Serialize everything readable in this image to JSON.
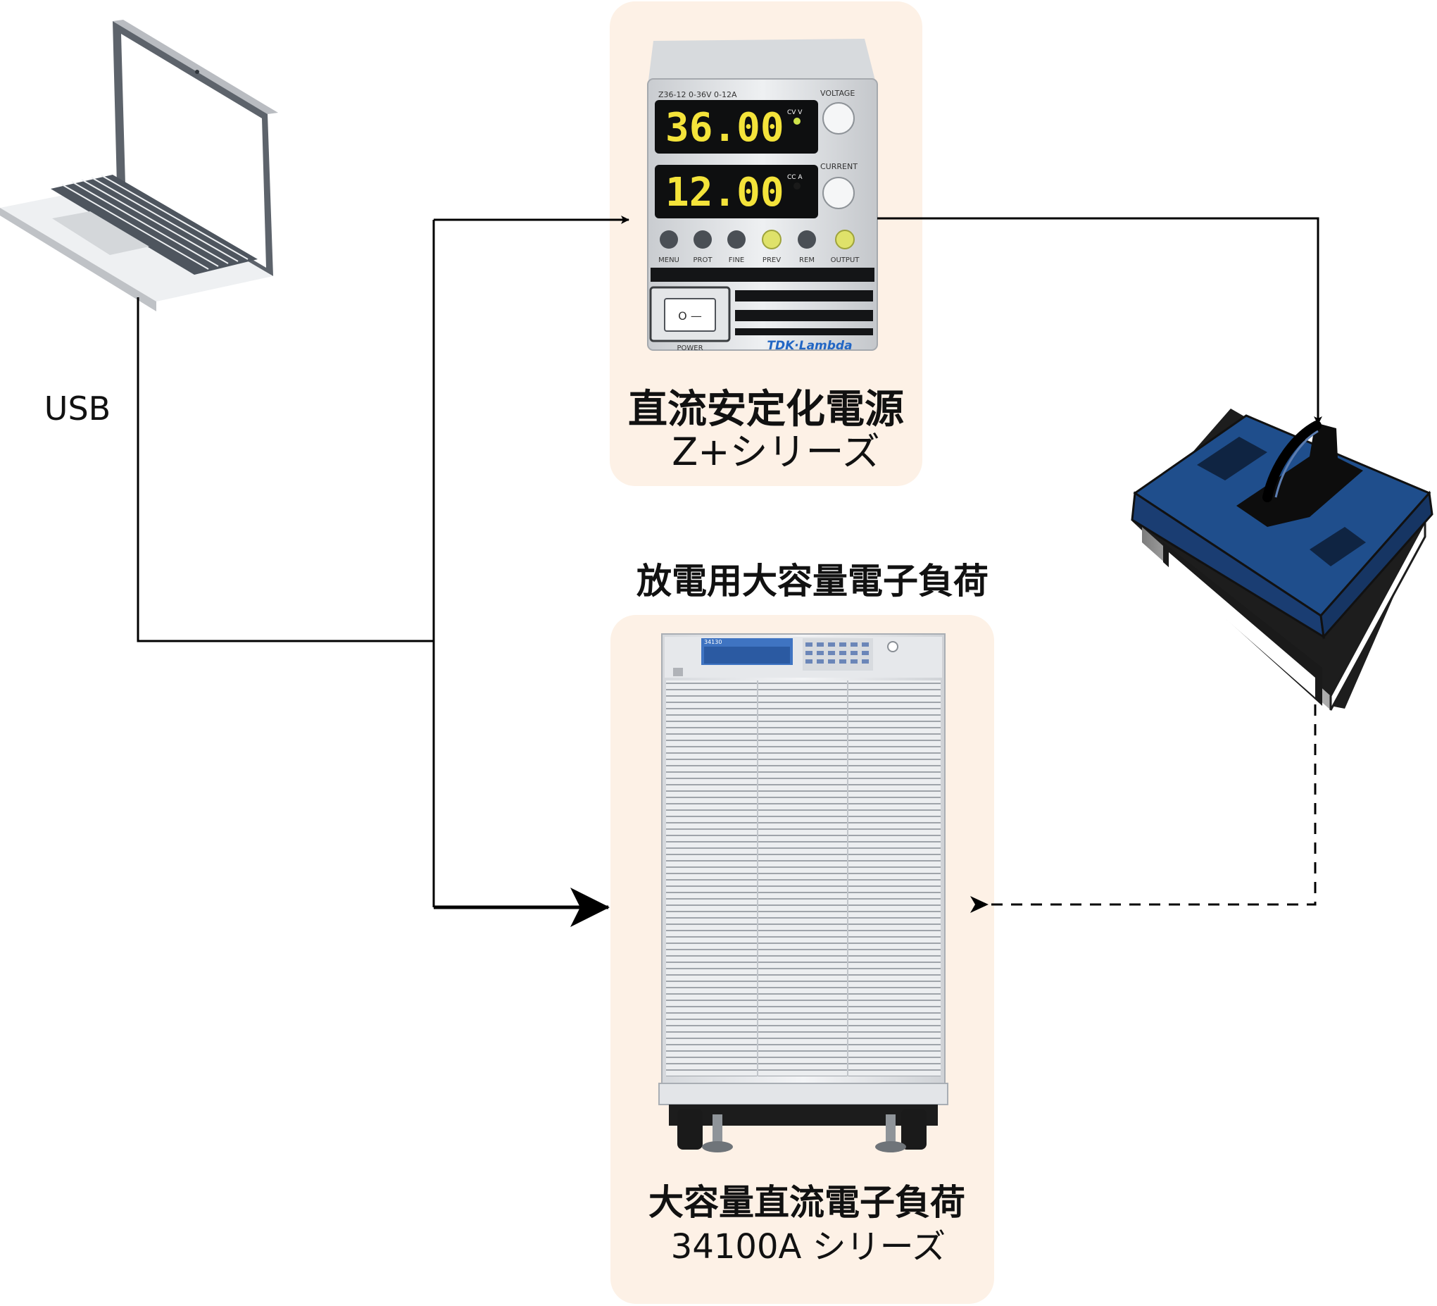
{
  "labels": {
    "usb": "USB",
    "power_supply_line1": "直流安定化電源",
    "power_supply_line2": "Z+シリーズ",
    "discharge_caption": "放電用大容量電子負荷",
    "load_line1": "大容量直流電子負荷",
    "load_line2": "34100A シリーズ"
  },
  "power_supply_display": {
    "voltage": "36.00",
    "current": "12.00",
    "model_text": "Z36-12  0-36V  0-12A",
    "voltage_knob": "VOLTAGE",
    "current_knob": "CURRENT",
    "cv_unit": "CV V",
    "cc_unit": "CC A",
    "buttons": [
      "MENU",
      "PROT",
      "FINE",
      "PREV",
      "REM",
      "OUTPUT"
    ],
    "power_label": "POWER",
    "switch_text": "O  —",
    "brand": "TDK·Lambda"
  },
  "load_display": {
    "model": "34130"
  },
  "colors": {
    "panel_bg": "#fdf1e6",
    "battery_top": "#1f4e8c",
    "line": "#000000"
  }
}
